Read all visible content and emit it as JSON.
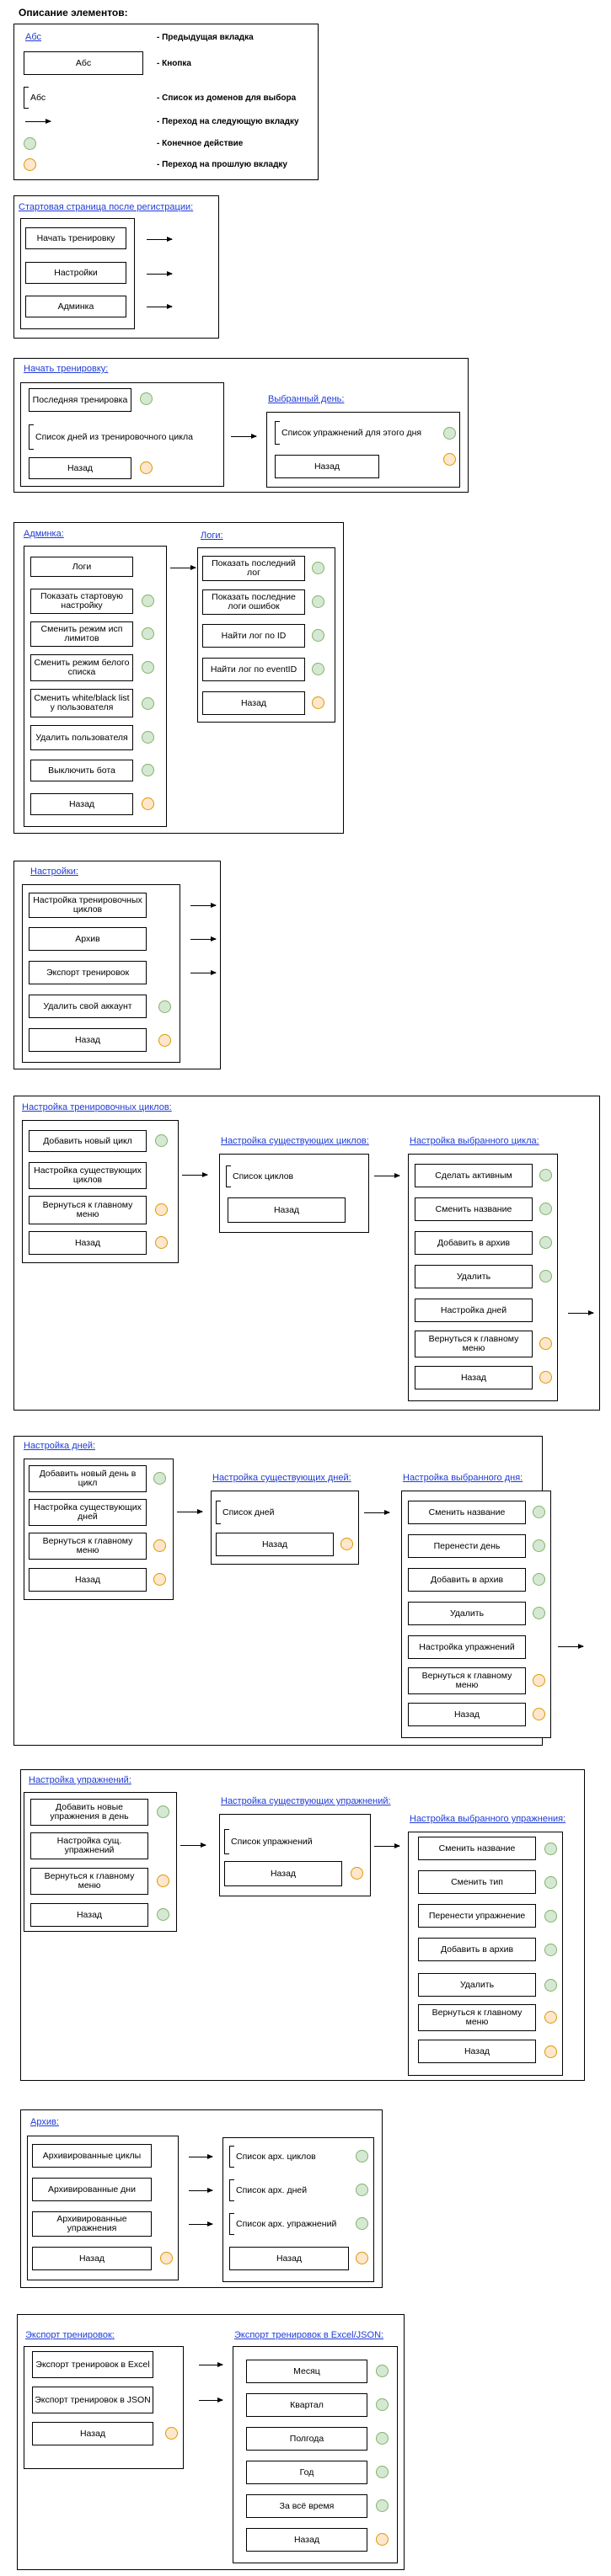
{
  "colors": {
    "link": "#1f3bd6",
    "final_fill": "#d5e8d4",
    "final_stroke": "#82b366",
    "back_fill": "#ffe6cc",
    "back_stroke": "#d79b00"
  },
  "heading": "Описание элементов:",
  "legend": {
    "sample_tab": "Абс",
    "sample_button": "Абс",
    "sample_list": "Абс",
    "prev_tab": "- Предыдущая вкладка",
    "button": "- Кнопка",
    "list": "- Список из доменов для выбора",
    "next": "- Переход на следующую вкладку",
    "final": "- Конечное действие",
    "back": "- Переход на прошлую вкладку"
  },
  "start": {
    "title": "Стартовая страница после регистрации:",
    "buttons": [
      "Начать тренировку",
      "Настройки",
      "Админка"
    ]
  },
  "training": {
    "title": "Начать тренировку:",
    "last": "Последняя тренировка",
    "days_list": "Список дней из тренировочного цикла",
    "back": "Назад",
    "chosen_title": "Выбранный день:",
    "ex_list": "Список упражнений для этого дня",
    "chosen_back": "Назад"
  },
  "admin": {
    "title": "Админка:",
    "buttons": [
      "Логи",
      "Показать стартовую настройку",
      "Сменить режим исп лимитов",
      "Сменить режим белого списка",
      "Сменить white/black list у пользователя",
      "Удалить пользователя",
      "Выключить бота",
      "Назад"
    ],
    "logs_title": "Логи:",
    "logs_buttons": [
      "Показать последний лог",
      "Показать последние логи ошибок",
      "Найти лог по ID",
      "Найти лог по eventID",
      "Назад"
    ]
  },
  "settings": {
    "title": "Настройки:",
    "buttons": [
      "Настройка тренировочных циклов",
      "Архив",
      "Экспорт тренировок",
      "Удалить свой аккаунт",
      "Назад"
    ]
  },
  "cycles": {
    "title": "Настройка тренировочных циклов:",
    "buttons": [
      "Добавить новый цикл",
      "Настройка существующих циклов",
      "Вернуться к главному меню",
      "Назад"
    ],
    "existing_title": "Настройка существующих циклов:",
    "list": "Список циклов",
    "existing_back": "Назад",
    "chosen_title": "Настройка выбранного цикла:",
    "chosen_buttons": [
      "Сделать активным",
      "Сменить название",
      "Добавить в архив",
      "Удалить",
      "Настройка дней",
      "Вернуться к главному меню",
      "Назад"
    ]
  },
  "days": {
    "title": "Настройка дней:",
    "buttons": [
      "Добавить новый день в цикл",
      "Настройка существующих дней",
      "Вернуться к главному меню",
      "Назад"
    ],
    "existing_title": "Настройка существующих дней:",
    "list": "Список дней",
    "existing_back": "Назад",
    "chosen_title": "Настройка выбранного дня:",
    "chosen_buttons": [
      "Сменить название",
      "Перенести день",
      "Добавить в архив",
      "Удалить",
      "Настройка упражнений",
      "Вернуться к главному меню",
      "Назад"
    ]
  },
  "exercises": {
    "title": "Настройка упражнений:",
    "buttons": [
      "Добавить новые упражнения в день",
      "Настройка сущ. упражнений",
      "Вернуться к главному меню",
      "Назад"
    ],
    "existing_title": "Настройка существующих упражнений:",
    "list": "Список упражнений",
    "existing_back": "Назад",
    "chosen_title": "Настройка выбранного упражнения:",
    "chosen_buttons": [
      "Сменить название",
      "Сменить тип",
      "Перенести упражнение",
      "Добавить в архив",
      "Удалить",
      "Вернуться к главному меню",
      "Назад"
    ]
  },
  "archive": {
    "title": "Архив:",
    "buttons": [
      "Архивированные циклы",
      "Архивированные дни",
      "Архивированные упражнения",
      "Назад"
    ],
    "lists": [
      "Список арх. циклов",
      "Список арх. дней",
      "Список арх. упражнений"
    ],
    "list_back": "Назад"
  },
  "export": {
    "title": "Экспорт тренировок:",
    "buttons": [
      "Экспорт тренировок в Excel",
      "Экспорт тренировок в JSON",
      "Назад"
    ],
    "chosen_title": "Экспорт тренировок в Excel/JSON:",
    "chosen_buttons": [
      "Месяц",
      "Квартал",
      "Полгода",
      "Год",
      "За всё время",
      "Назад"
    ]
  }
}
